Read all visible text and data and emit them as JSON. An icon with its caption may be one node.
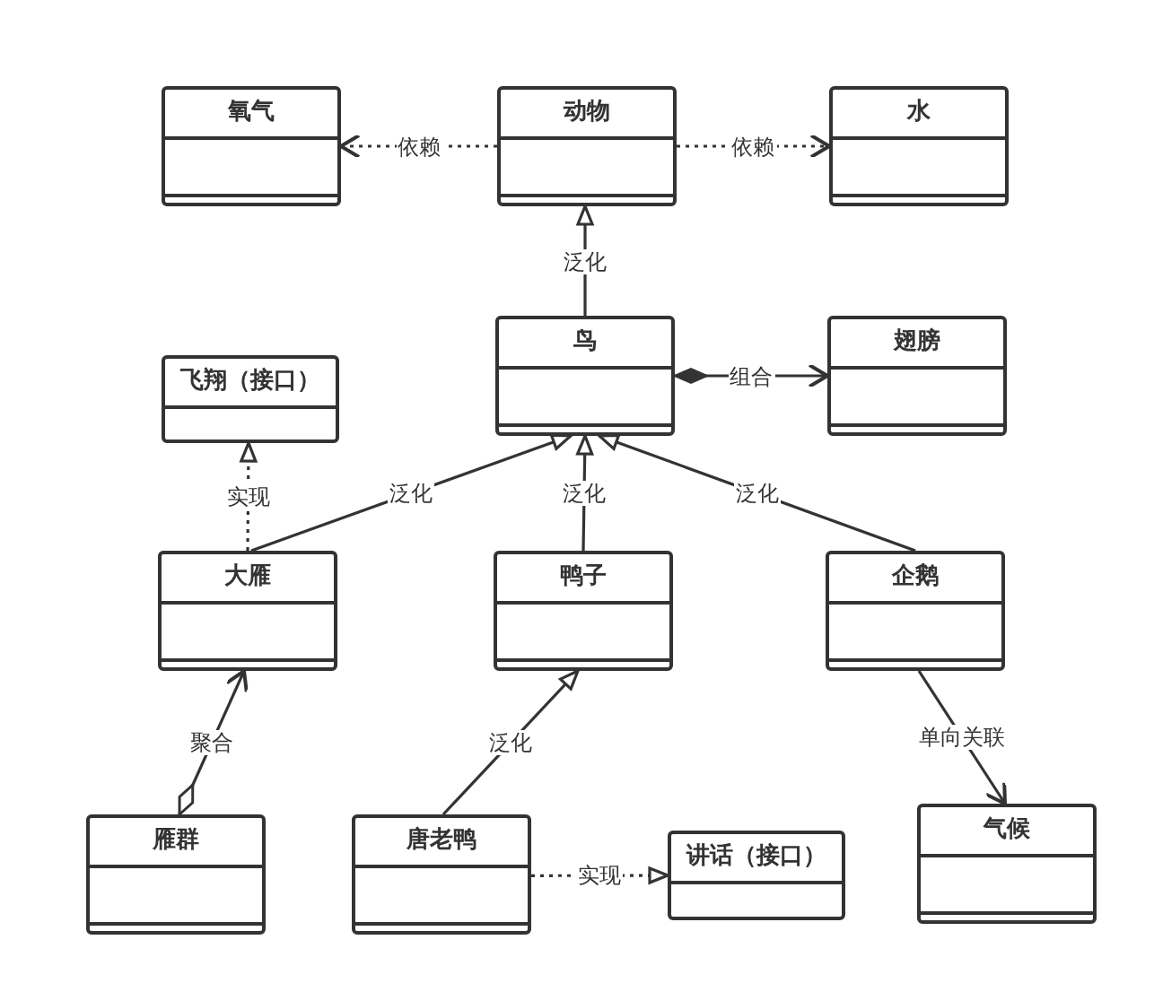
{
  "diagram": {
    "nodes": [
      {
        "text": [
          "氧气"
        ]
      },
      {
        "text": [
          "动物"
        ]
      },
      {
        "text": [
          "水"
        ]
      },
      {
        "text": [
          "飞翔（接口）"
        ]
      },
      {
        "text": [
          "鸟"
        ]
      },
      {
        "text": [
          "翅膀"
        ]
      },
      {
        "text": [
          "大雁"
        ]
      },
      {
        "text": [
          "鸭子"
        ]
      },
      {
        "text": [
          "企鹅"
        ]
      },
      {
        "text": [
          "雁群"
        ]
      },
      {
        "text": [
          "唐老鸭"
        ]
      },
      {
        "text": [
          "讲话（接口）"
        ]
      },
      {
        "text": [
          "气候"
        ]
      }
    ],
    "edges": [
      {
        "from": 1,
        "to": 0,
        "arrow": "to",
        "label": "依赖",
        "style": "dashed"
      },
      {
        "from": 1,
        "to": 2,
        "arrow": "to",
        "label": "依赖",
        "style": "dashed"
      },
      {
        "from": 4,
        "to": 1,
        "arrow": "to",
        "label": "泛化"
      },
      {
        "from": 4,
        "to": 5,
        "arrow": "to",
        "label": "组合"
      },
      {
        "from": 6,
        "to": 3,
        "arrow": "to",
        "label": "实现",
        "style": "dashed"
      },
      {
        "from": 6,
        "to": 4,
        "arrow": "to",
        "label": "泛化"
      },
      {
        "from": 7,
        "to": 4,
        "arrow": "to",
        "label": "泛化"
      },
      {
        "from": 8,
        "to": 4,
        "arrow": "to",
        "label": "泛化"
      },
      {
        "from": 9,
        "to": 6,
        "arrow": "to",
        "label": "聚合"
      },
      {
        "from": 10,
        "to": 7,
        "arrow": "to",
        "label": "泛化"
      },
      {
        "from": 8,
        "to": 12,
        "arrow": "to",
        "label": "单向关联"
      },
      {
        "from": 10,
        "to": 11,
        "arrow": "to",
        "label": "实现",
        "style": "dashed"
      }
    ]
  }
}
